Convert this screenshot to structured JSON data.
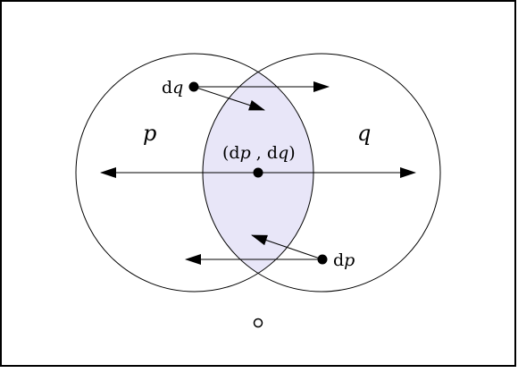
{
  "diagram": {
    "colors": {
      "background": "#ffffff",
      "stroke": "#000000",
      "lens_fill": "#e8e6f8"
    },
    "sets": [
      {
        "id": "p",
        "label": "p"
      },
      {
        "id": "q",
        "label": "q"
      }
    ],
    "points": {
      "dq": {
        "prefix": "d",
        "var": "q"
      },
      "dp": {
        "prefix": "d",
        "var": "p"
      },
      "center": {
        "open": "(",
        "p_prefix": "d",
        "p_var": "p",
        "sep": " , ",
        "q_prefix": "d",
        "q_var": "q",
        "close": ")"
      }
    },
    "origin_marker": "open-circle"
  }
}
